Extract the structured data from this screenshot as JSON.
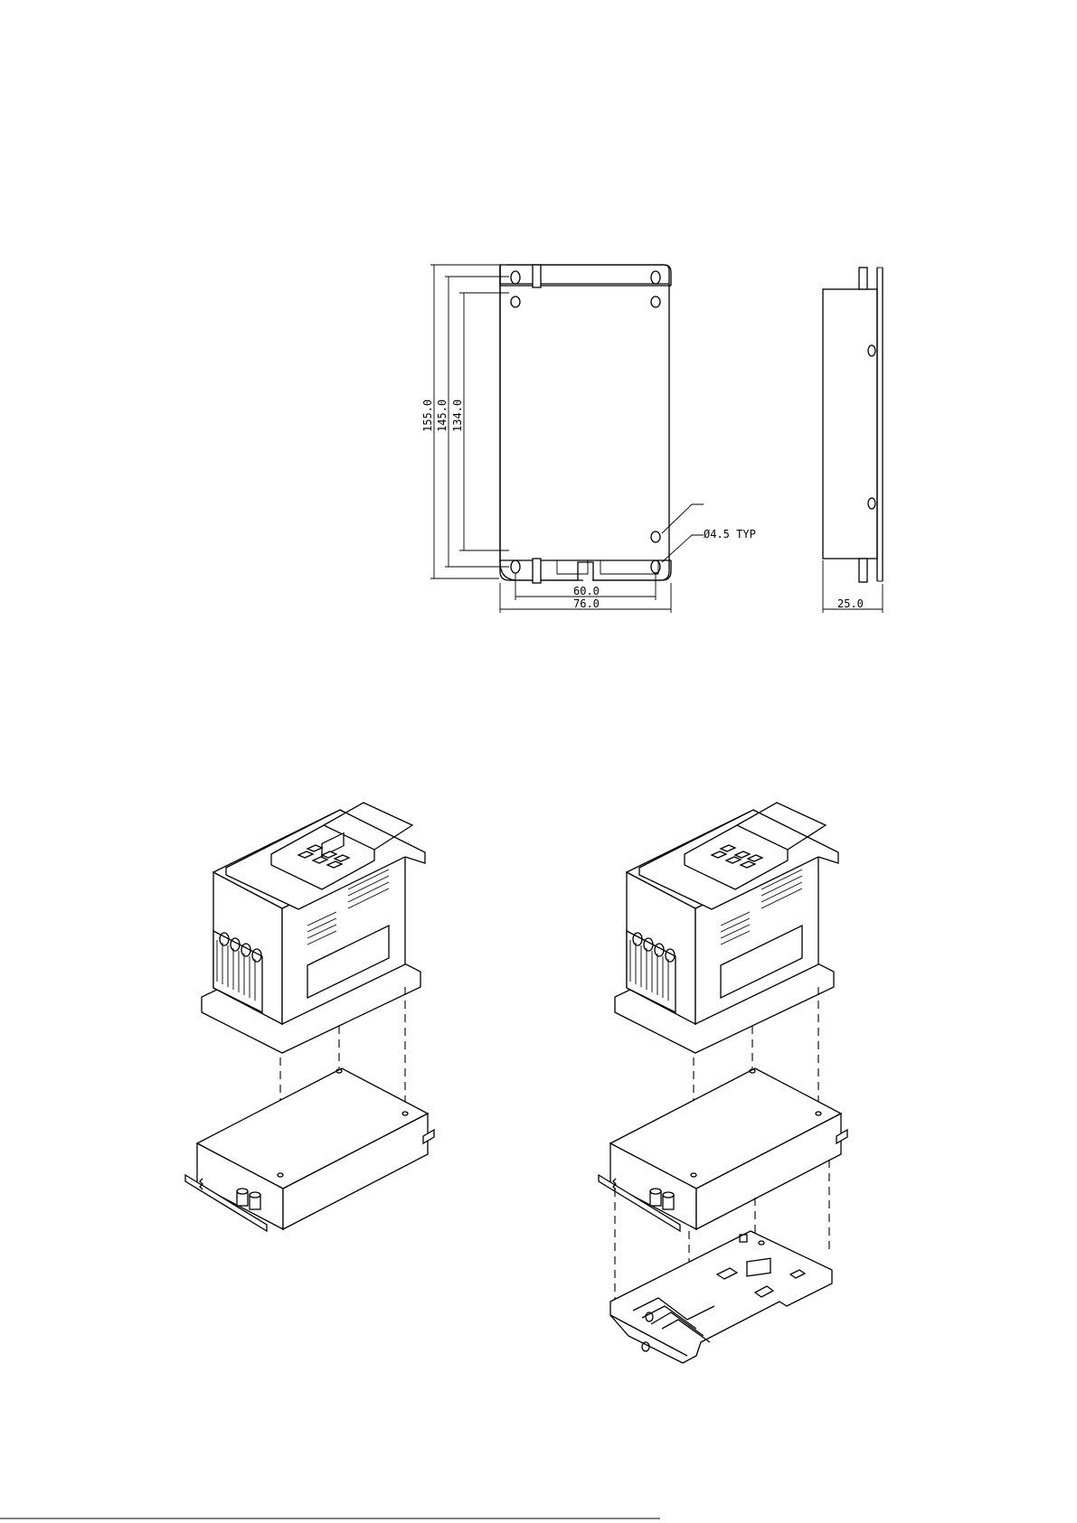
{
  "drawing": {
    "front_view": {
      "dim_height_overall": "155.0",
      "dim_height_slots": "145.0",
      "dim_height_holes": "134.0",
      "dim_width_holes": "60.0",
      "dim_width_overall": "76.0",
      "hole_callout": "Ø4.5  TYP"
    },
    "side_view": {
      "dim_depth": "25.0"
    }
  }
}
